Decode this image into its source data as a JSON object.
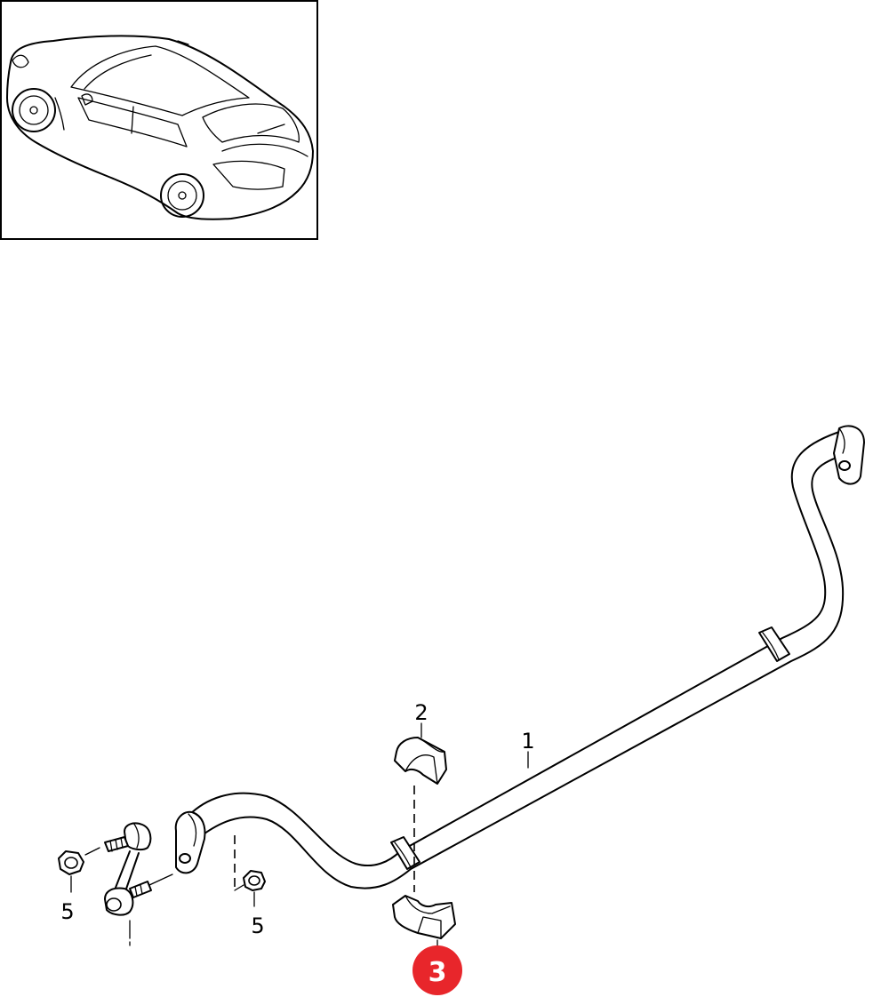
{
  "callouts": [
    {
      "id": "1",
      "label": "1",
      "highlighted": false
    },
    {
      "id": "2",
      "label": "2",
      "highlighted": false
    },
    {
      "id": "3",
      "label": "3",
      "highlighted": true
    },
    {
      "id": "5a",
      "label": "5",
      "highlighted": false
    },
    {
      "id": "5b",
      "label": "5",
      "highlighted": false
    }
  ],
  "colors": {
    "line": "#000000",
    "background": "#ffffff",
    "highlight": "#e8262b",
    "highlight_text": "#ffffff"
  }
}
